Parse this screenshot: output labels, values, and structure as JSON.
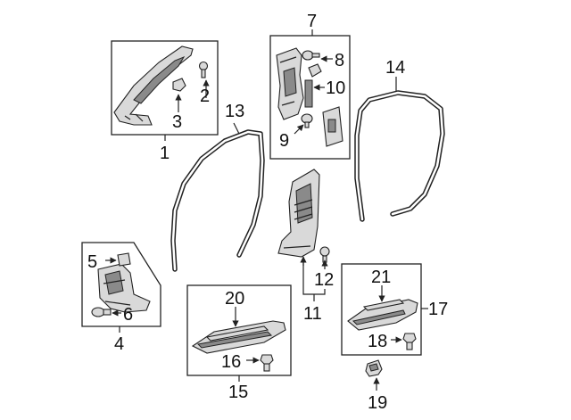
{
  "callouts": {
    "c1": "1",
    "c2": "2",
    "c3": "3",
    "c4": "4",
    "c5": "5",
    "c6": "6",
    "c7": "7",
    "c8": "8",
    "c9": "9",
    "c10": "10",
    "c11": "11",
    "c12": "12",
    "c13": "13",
    "c14": "14",
    "c15": "15",
    "c16": "16",
    "c17": "17",
    "c18": "18",
    "c19": "19",
    "c20": "20",
    "c21": "21"
  },
  "colors": {
    "line": "#222222",
    "part_fill": "#d9d9d9",
    "part_shade": "#8a8a8a",
    "background": "#ffffff"
  }
}
